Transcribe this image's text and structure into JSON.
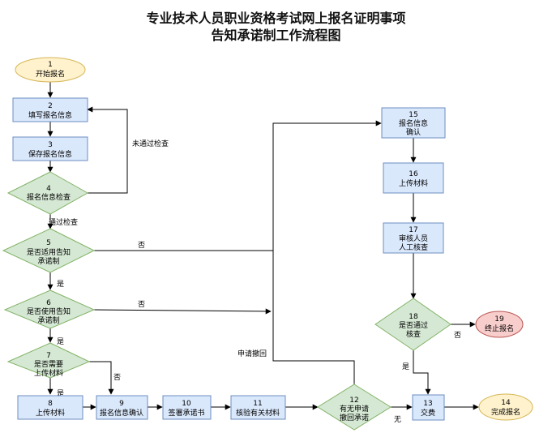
{
  "title": {
    "line1": "专业技术人员职业资格考试网上报名证明事项",
    "line2": "告知承诺制工作流程图"
  },
  "nodes": [
    {
      "id": "n1",
      "num": "1",
      "lines": [
        "开始报名"
      ]
    },
    {
      "id": "n2",
      "num": "2",
      "lines": [
        "填写报名信息"
      ]
    },
    {
      "id": "n3",
      "num": "3",
      "lines": [
        "保存报名信息"
      ]
    },
    {
      "id": "n4",
      "num": "4",
      "lines": [
        "报名信息检查"
      ]
    },
    {
      "id": "n5",
      "num": "5",
      "lines": [
        "是否适用告知",
        "承诺制"
      ]
    },
    {
      "id": "n6",
      "num": "6",
      "lines": [
        "是否使用告知",
        "承诺制"
      ]
    },
    {
      "id": "n7",
      "num": "7",
      "lines": [
        "是否需要",
        "上传材料"
      ]
    },
    {
      "id": "n8",
      "num": "8",
      "lines": [
        "上传材料"
      ]
    },
    {
      "id": "n9",
      "num": "9",
      "lines": [
        "报名信息确认"
      ]
    },
    {
      "id": "n10",
      "num": "10",
      "lines": [
        "签署承诺书"
      ]
    },
    {
      "id": "n11",
      "num": "11",
      "lines": [
        "核验有关材料"
      ]
    },
    {
      "id": "n12",
      "num": "12",
      "lines": [
        "有无申请",
        "撤回承诺"
      ]
    },
    {
      "id": "n13",
      "num": "13",
      "lines": [
        "交费"
      ]
    },
    {
      "id": "n14",
      "num": "14",
      "lines": [
        "完成报名"
      ]
    },
    {
      "id": "n15",
      "num": "15",
      "lines": [
        "报名信息",
        "确认"
      ]
    },
    {
      "id": "n16",
      "num": "16",
      "lines": [
        "上传材料"
      ]
    },
    {
      "id": "n17",
      "num": "17",
      "lines": [
        "审核人员",
        "人工核查"
      ]
    },
    {
      "id": "n18",
      "num": "18",
      "lines": [
        "是否通过",
        "核查"
      ]
    },
    {
      "id": "n19",
      "num": "19",
      "lines": [
        "终止报名"
      ]
    }
  ],
  "edge_labels": {
    "fail_check": "未通过检查",
    "pass_check": "通过检查",
    "no_5": "否",
    "yes_5": "是",
    "no_6": "否",
    "yes_6": "是",
    "no_7": "否",
    "yes_7": "是",
    "withdraw": "申请撤回",
    "none_12": "无",
    "no_18": "否",
    "yes_18": "是"
  }
}
